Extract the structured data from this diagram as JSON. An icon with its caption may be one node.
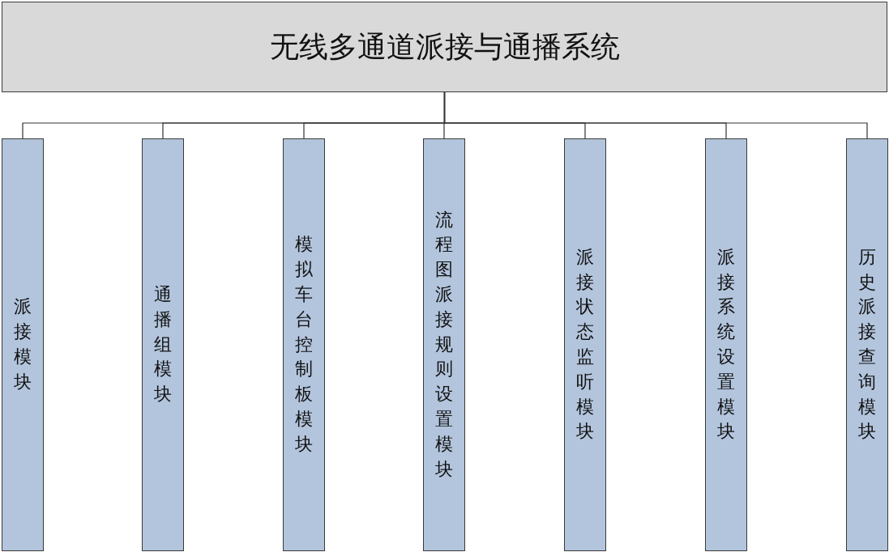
{
  "diagram": {
    "nodes": [
      {
        "text": [
          "无线多通道派接与通播系统"
        ]
      },
      {
        "text": [
          "派接模块"
        ]
      },
      {
        "text": [
          "通播组模块"
        ]
      },
      {
        "text": [
          "模拟车台控制板模块"
        ]
      },
      {
        "text": [
          "流程图派接规则设置模块"
        ]
      },
      {
        "text": [
          "派接状态监听模块"
        ]
      },
      {
        "text": [
          "派接系统设置模块"
        ]
      },
      {
        "text": [
          "历史派接查询模块"
        ]
      }
    ],
    "edges": [
      {
        "from": 0,
        "to": 1,
        "arrow": "none"
      },
      {
        "from": 0,
        "to": 2,
        "arrow": "none"
      },
      {
        "from": 0,
        "to": 3,
        "arrow": "none"
      },
      {
        "from": 0,
        "to": 4,
        "arrow": "none"
      },
      {
        "from": 0,
        "to": 5,
        "arrow": "none"
      },
      {
        "from": 0,
        "to": 6,
        "arrow": "none"
      },
      {
        "from": 0,
        "to": 7,
        "arrow": "none"
      }
    ]
  }
}
